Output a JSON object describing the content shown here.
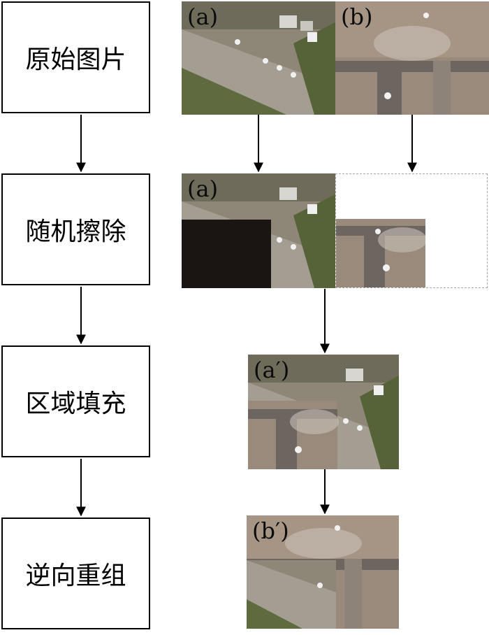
{
  "stages": {
    "original": "原始图片",
    "erase": "随机擦除",
    "fill": "区域填充",
    "recombine": "逆向重组"
  },
  "images": {
    "a": "(a)",
    "b": "(b)",
    "a_prime": "(a′)",
    "b_prime": "(b′)"
  },
  "colors": {
    "erased_block": "#1a1512",
    "dashed_outline": "#a8a8a8",
    "grass": "#5d6a3e",
    "tarmac": "#9b958c",
    "runway": "#7d7268"
  }
}
